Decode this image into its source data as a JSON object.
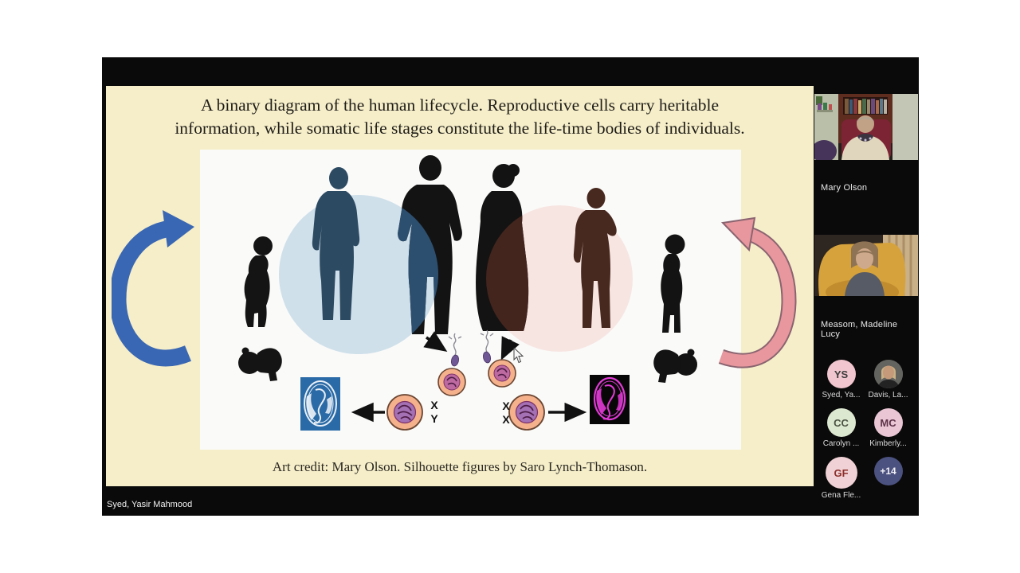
{
  "slide": {
    "title_line1": "A binary diagram of the human lifecycle. Reproductive cells carry heritable",
    "title_line2": "information, while somatic life stages constitute the life-time bodies of individuals.",
    "credit": "Art credit: Mary Olson. Silhouette figures by Saro Lynch-Thomason.",
    "karyotype_left": {
      "line1": "X",
      "line2": "Y"
    },
    "karyotype_right": {
      "line1": "X",
      "line2": "X"
    }
  },
  "share": {
    "presenter_label": "Syed, Yasir Mahmood"
  },
  "panel": {
    "videos": [
      {
        "name": "Mary Olson"
      },
      {
        "name": "Measom, Madeline Lucy"
      }
    ],
    "avatars": [
      {
        "initials": "YS",
        "label": "Syed, Ya...",
        "bg": "#f2c6ce"
      },
      {
        "initials": "",
        "label": "Davis, La...",
        "bg": "photo"
      },
      {
        "initials": "CC",
        "label": "Carolyn ...",
        "bg": "#dde8d0"
      },
      {
        "initials": "MC",
        "label": "Kimberly...",
        "bg": "#eac6d5"
      },
      {
        "initials": "GF",
        "label": "Gena Fle...",
        "bg": "#f0d2d6"
      },
      {
        "initials": "+14",
        "label": "",
        "bg": "#4c5280"
      }
    ]
  },
  "colors": {
    "slide_bg": "#f6eec9",
    "diagram_bg": "#fafaf9",
    "blue_circle": "#cfe0ea",
    "pink_circle": "#f7e5e2",
    "blue_arrow": "#3a67b3",
    "pink_arrow": "#e7979d",
    "pink_arrow_outline": "#8a6470",
    "silhouette": "#141414",
    "blue_figure": "#2d4a63",
    "brown_figure": "#48291f",
    "man_overlay": "#2d4f6f",
    "woman_overlay": "#43251d",
    "egg_fill": "#f4b18c",
    "egg_outline": "#6b4632",
    "egg_nucleus": "#bd6aa1",
    "sperm_head": "#6f5795",
    "fetus_blue_bg": "#2a6aa6",
    "fetus_blue_line": "#e9eff6",
    "fetus_black_bg": "#070707",
    "fetus_magenta": "#e23ad6"
  }
}
